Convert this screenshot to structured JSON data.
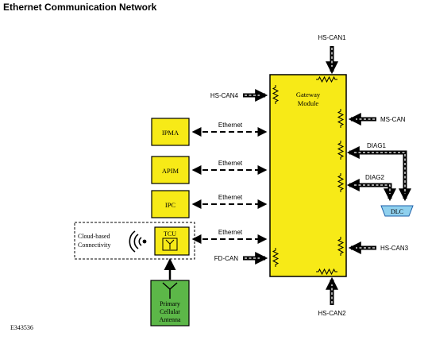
{
  "title": "Ethernet Communication Network",
  "figure_id": "E343536",
  "gateway": {
    "line1": "Gateway",
    "line2": "Module"
  },
  "modules": {
    "ipma": "IPMA",
    "apim": "APIM",
    "ipc": "IPC",
    "tcu": "TCU"
  },
  "ethernet_label": "Ethernet",
  "buses": {
    "hs_can1": "HS-CAN1",
    "hs_can2": "HS-CAN2",
    "hs_can3": "HS-CAN3",
    "hs_can4": "HS-CAN4",
    "ms_can": "MS-CAN",
    "fd_can": "FD-CAN",
    "diag1": "DIAG1",
    "diag2": "DIAG2"
  },
  "dlc": "DLC",
  "cloud": {
    "line1": "Cloud-based",
    "line2": "Connectivity"
  },
  "antenna": {
    "line1": "Primary",
    "line2": "Cellular",
    "line3": "Antenna"
  },
  "colors": {
    "module_fill": "#f7ea17",
    "antenna_fill": "#5cb748",
    "dlc_fill": "#8fd0ee",
    "line": "#000000"
  }
}
